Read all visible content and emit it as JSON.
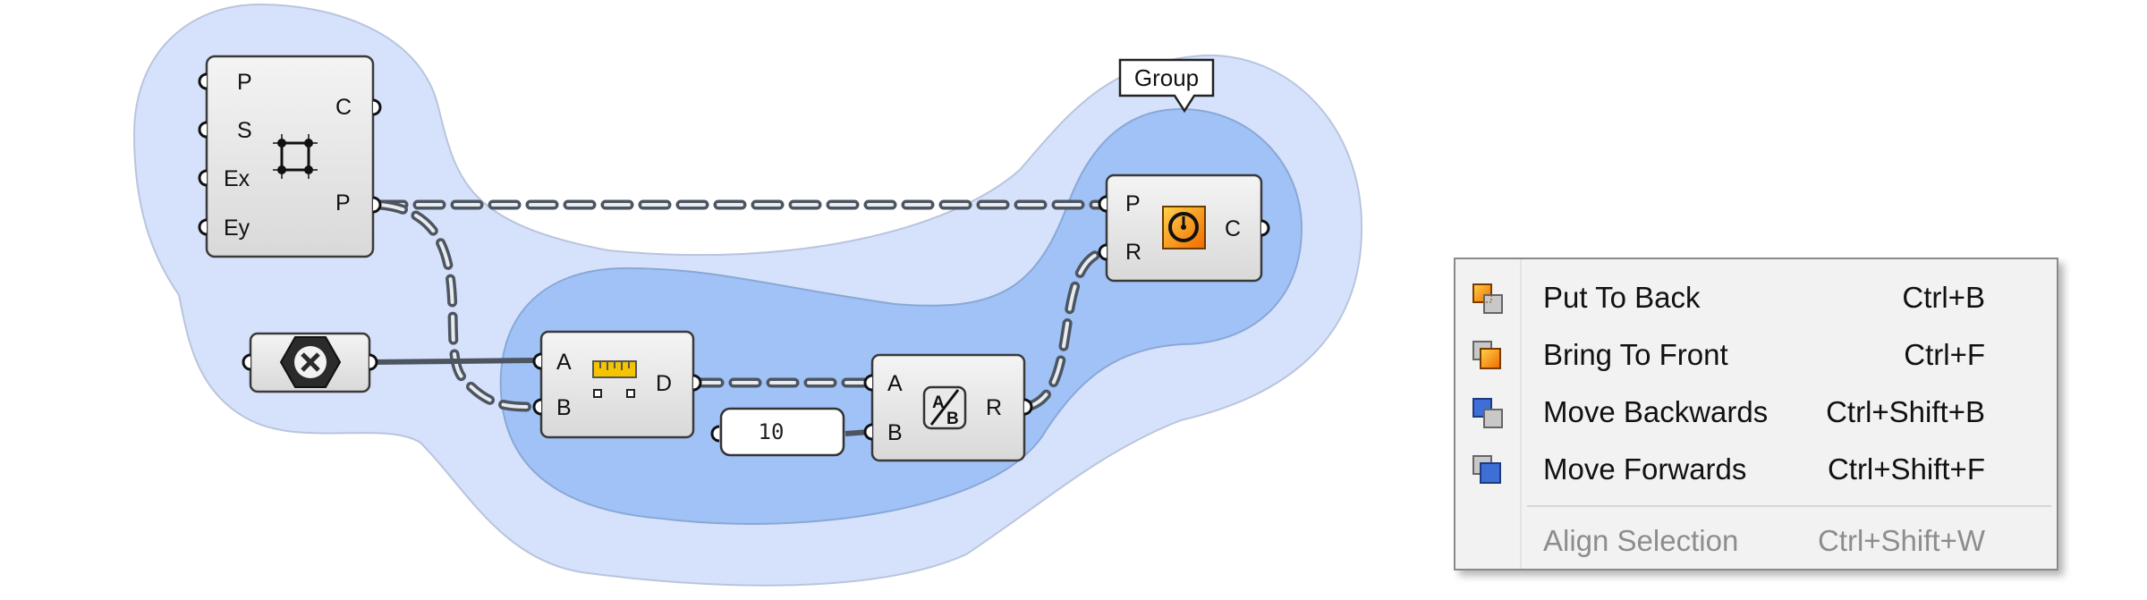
{
  "canvas": {
    "group_tag": "Group",
    "rect_component": {
      "inputs": [
        "P",
        "S",
        "Ex",
        "Ey"
      ],
      "outputs": [
        "C",
        "P"
      ],
      "icon": "rectangle-icon"
    },
    "delete_component": {
      "icon": "delete-hexagon-icon"
    },
    "distance_component": {
      "inputs": [
        "A",
        "B"
      ],
      "outputs": [
        "D"
      ],
      "icon": "ruler-icon"
    },
    "division_component": {
      "inputs": [
        "A",
        "B"
      ],
      "outputs": [
        "R"
      ],
      "icon": "divide-icon"
    },
    "circle_component": {
      "inputs": [
        "P",
        "R"
      ],
      "outputs": [
        "C"
      ],
      "icon": "circle-icon"
    },
    "number_panel": {
      "value": "10"
    }
  },
  "context_menu": {
    "items": [
      {
        "label": "Put To Back",
        "shortcut": "Ctrl+B",
        "icon": "put-to-back-icon",
        "enabled": true
      },
      {
        "label": "Bring To Front",
        "shortcut": "Ctrl+F",
        "icon": "bring-to-front-icon",
        "enabled": true
      },
      {
        "label": "Move Backwards",
        "shortcut": "Ctrl+Shift+B",
        "icon": "move-backwards-icon",
        "enabled": true
      },
      {
        "label": "Move Forwards",
        "shortcut": "Ctrl+Shift+F",
        "icon": "move-forwards-icon",
        "enabled": true
      },
      {
        "label": "Align Selection",
        "shortcut": "Ctrl+Shift+W",
        "enabled": false
      }
    ]
  },
  "colors": {
    "outer_group": "#d6e2fb",
    "inner_group": "#a0c2f7",
    "component_fill": "#e8e8e8",
    "wire": "#4c5560",
    "menu_background": "#f2f2f2",
    "menu_disabled_text": "#8d8d8d"
  }
}
